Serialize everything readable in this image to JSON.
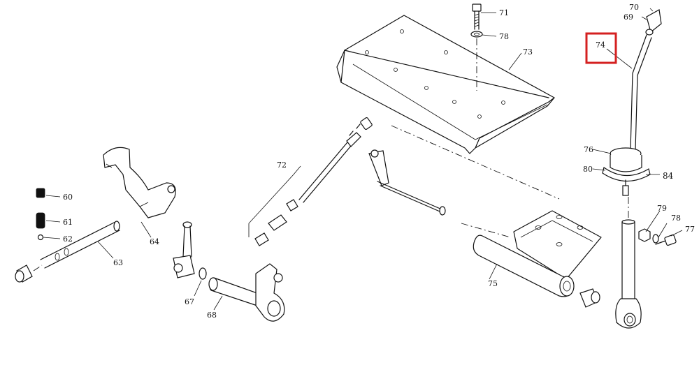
{
  "callouts": {
    "c60": "60",
    "c61": "61",
    "c62": "62",
    "c63": "63",
    "c64": "64",
    "c67": "67",
    "c68": "68",
    "c69": "69",
    "c70": "70",
    "c71": "71",
    "c72": "72",
    "c73": "73",
    "c74": "74",
    "c75": "75",
    "c76": "76",
    "c77": "77",
    "c78a": "78",
    "c78b": "78",
    "c79": "79",
    "c80": "80",
    "c84": "84"
  },
  "highlight": {
    "target": "74",
    "color": "#d42020"
  }
}
